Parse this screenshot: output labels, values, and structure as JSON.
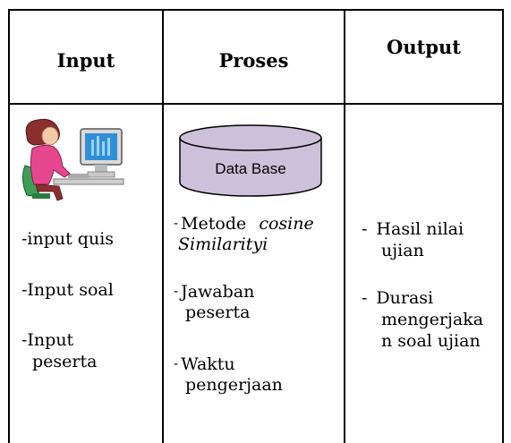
{
  "columns": [
    {
      "header": "Input"
    },
    {
      "header": "Proses"
    },
    {
      "header": "Output"
    }
  ],
  "input_items": [
    "-input quis",
    "-Input soal",
    "-Input",
    "peserta"
  ],
  "database_label": "Data Base",
  "proses_items": {
    "item1_prefix": "Metode",
    "item1_italic_a": "cosine",
    "item1_italic_b": "Similarityi",
    "item2_line1": "Jawaban",
    "item2_line2": "peserta",
    "item3_line1": "Waktu",
    "item3_line2": "pengerjaan"
  },
  "output_items": {
    "item1_line1": "Hasil nilai",
    "item1_line2": "ujian",
    "item2_line1": "Durasi",
    "item2_line2": "mengerjaka",
    "item2_line3": "n soal ujian"
  },
  "colors": {
    "database_fill": "#ccc0da",
    "person_hair": "#8b2e2e",
    "person_shirt": "#e6478f",
    "chair": "#3f9e56",
    "monitor_screen": "#2f90d9"
  }
}
